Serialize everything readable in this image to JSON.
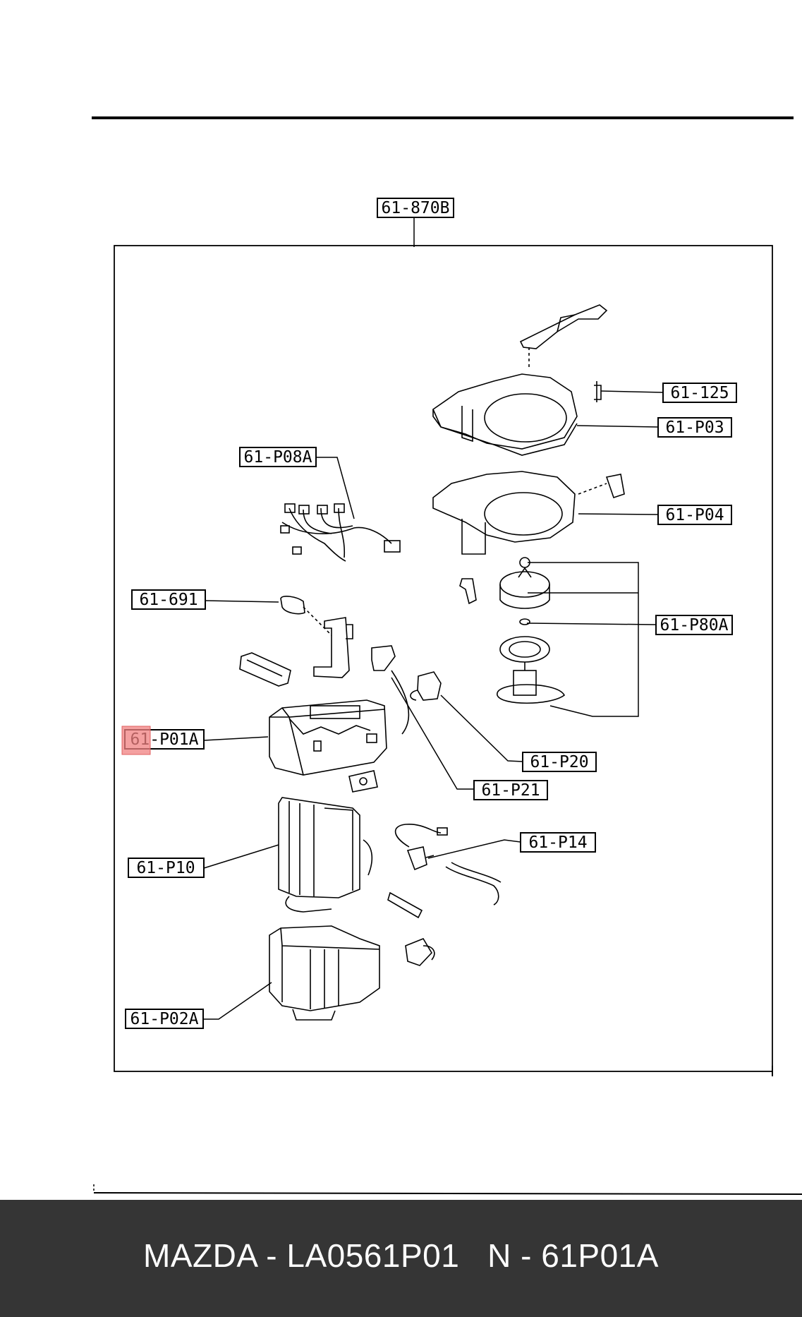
{
  "diagram": {
    "labels": {
      "assembly": "61-870B",
      "p125": "61-125",
      "p03": "61-P03",
      "p08a": "61-P08A",
      "p04": "61-P04",
      "p691": "61-691",
      "p80a": "61-P80A",
      "p01a": "61-P01A",
      "p20": "61-P20",
      "p21": "61-P21",
      "p14": "61-P14",
      "p10": "61-P10",
      "p02a": "61-P02A"
    },
    "highlight_color": "#f08080"
  },
  "footer": {
    "caption": "MAZDA - LA0561P01   N - 61P01A"
  }
}
